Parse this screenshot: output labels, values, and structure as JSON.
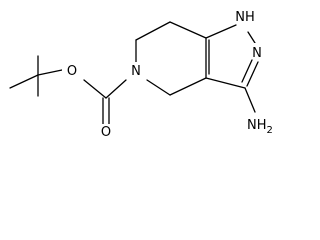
{
  "molecule": {
    "atoms": {
      "nh": "NH",
      "n2": "N",
      "ring_n": "N",
      "ester_o": "O",
      "carbonyl_o": "O",
      "amine": "NH",
      "amine_subscript": "2"
    }
  }
}
